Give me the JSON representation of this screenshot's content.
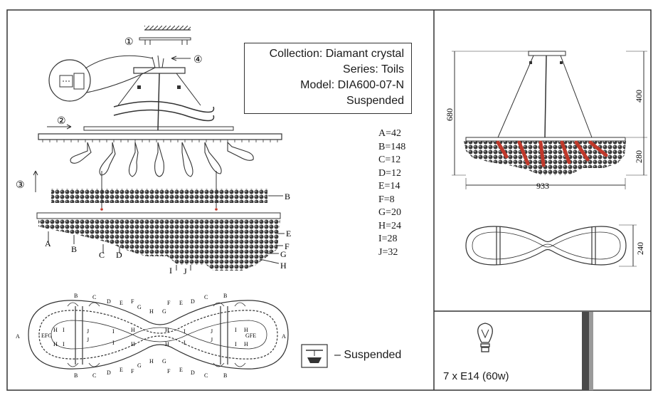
{
  "info": {
    "collection": "Collection: Diamant crystal",
    "series": "Series: Toils",
    "model": "Model: DIA600-07-N",
    "type": "Suspended"
  },
  "crystal_counts": [
    {
      "letter": "A",
      "count": "A=42"
    },
    {
      "letter": "B",
      "count": "B=148"
    },
    {
      "letter": "C",
      "count": "C=12"
    },
    {
      "letter": "D",
      "count": "D=12"
    },
    {
      "letter": "E",
      "count": "E=14"
    },
    {
      "letter": "F",
      "count": "F=8"
    },
    {
      "letter": "G",
      "count": "G=20"
    },
    {
      "letter": "H",
      "count": "H=24"
    },
    {
      "letter": "I",
      "count": "I=28"
    },
    {
      "letter": "J",
      "count": "J=32"
    }
  ],
  "steps": {
    "one": "①",
    "two": "②",
    "three": "③",
    "four": "④"
  },
  "dimensions": {
    "total_height": "680",
    "cable_height": "400",
    "body_height": "280",
    "width": "933",
    "depth": "240"
  },
  "legend": {
    "suspended": "– Suspended"
  },
  "lamp": {
    "spec": "7 x E14 (60w)"
  },
  "colors": {
    "line": "#333333",
    "crystal": "#3a3a3a",
    "bulb_glow": "#c0392b",
    "bar_dark": "#4a4a4a",
    "bar_light": "#9a9a9a"
  }
}
